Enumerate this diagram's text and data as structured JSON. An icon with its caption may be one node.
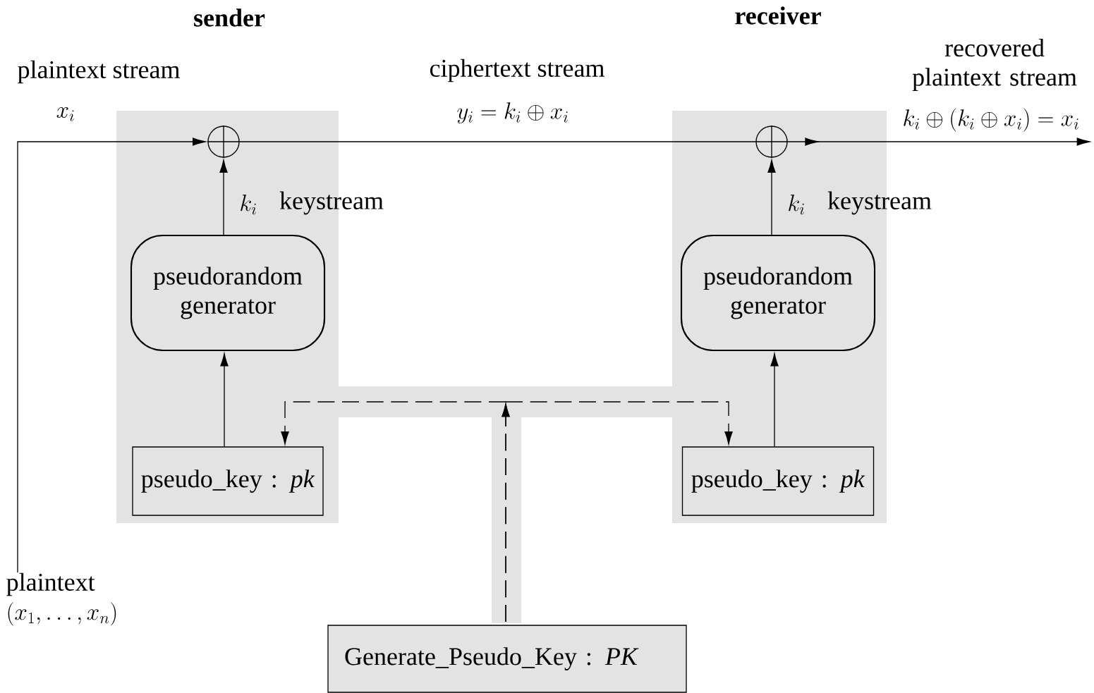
{
  "diagram": {
    "nodes": [
      {
        "text": [
          "sender"
        ]
      },
      {
        "text": [],
        "shape": "circle",
        "in": 0
      },
      {
        "text": [
          "pseudorandom generator"
        ],
        "in": 0
      },
      {
        "text": [
          "pseudo_key : *pk*"
        ],
        "in": 0
      },
      {
        "text": [
          "receiver"
        ]
      },
      {
        "text": [],
        "shape": "circle",
        "in": 4
      },
      {
        "text": [
          "pseudorandom generator"
        ],
        "in": 4
      },
      {
        "text": [
          "pseudo_key : *pk*"
        ],
        "in": 4
      },
      {
        "text": [
          "Generate_Pseudo_Key : *PK*"
        ]
      },
      {
        "text": [
          "plaintext",
          "(x_1,\\ldots,x_n)"
        ]
      }
    ],
    "edges": [
      {
        "from": 9,
        "to": 1,
        "arrow": "to",
        "label": "x_i"
      },
      {
        "from": 1,
        "to": 5,
        "arrow": "none",
        "label": "y_i = k_i \\oplus x_i"
      },
      {
        "from": 5,
        "to": null,
        "arrow": "to",
        "label": "k_i \\oplus (k_i \\oplus x_i) = x_i"
      },
      {
        "from": 2,
        "to": 1,
        "arrow": "to",
        "label": "k_i"
      },
      {
        "from": 6,
        "to": 5,
        "arrow": "to",
        "label": "k_i"
      },
      {
        "from": 3,
        "to": 2,
        "arrow": "to"
      },
      {
        "from": 7,
        "to": 6,
        "arrow": "to"
      },
      {
        "from": 8,
        "to": 3,
        "arrow": "to",
        "style": "dashed"
      },
      {
        "from": 8,
        "to": 7,
        "arrow": "to",
        "style": "dashed"
      }
    ],
    "labels": [
      "plaintext stream",
      "ciphertext stream",
      "recovered plaintext stream",
      "keystream",
      "keystream"
    ]
  }
}
